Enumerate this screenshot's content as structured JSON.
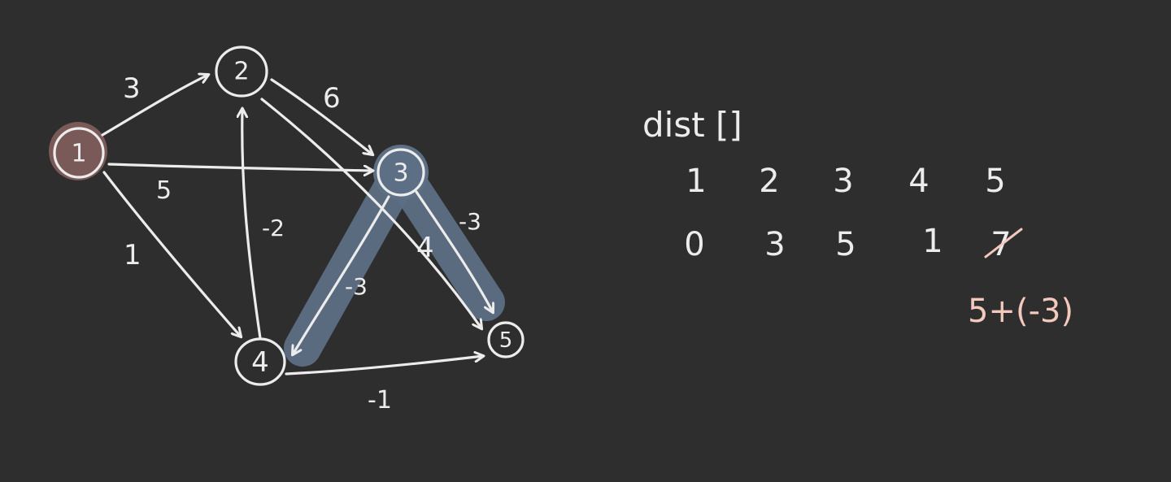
{
  "colors": {
    "background": "#2e2e2e",
    "chalk": "#ececec",
    "highlight_source": "#7a5a58",
    "highlight_path": "#5d6f84",
    "annotation": "#f2c9bc"
  },
  "graph": {
    "nodes": [
      {
        "id": "1",
        "label": "1"
      },
      {
        "id": "2",
        "label": "2"
      },
      {
        "id": "3",
        "label": "3"
      },
      {
        "id": "4",
        "label": "4"
      },
      {
        "id": "5",
        "label": "5"
      }
    ],
    "edges": [
      {
        "from": "1",
        "to": "2",
        "weight": "3"
      },
      {
        "from": "1",
        "to": "3",
        "weight": "5"
      },
      {
        "from": "1",
        "to": "4",
        "weight": "1"
      },
      {
        "from": "2",
        "to": "3",
        "weight": "6"
      },
      {
        "from": "2",
        "to": "5",
        "weight": "4"
      },
      {
        "from": "4",
        "to": "2",
        "weight": "-2"
      },
      {
        "from": "3",
        "to": "4",
        "weight": "-3"
      },
      {
        "from": "3",
        "to": "5",
        "weight": "-3"
      },
      {
        "from": "4",
        "to": "5",
        "weight": "-1"
      }
    ],
    "highlighted_source": "1",
    "highlighted_edges": [
      "3-4",
      "3-5"
    ]
  },
  "dist": {
    "title": "dist []",
    "indices": [
      "1",
      "2",
      "3",
      "4",
      "5"
    ],
    "values": [
      "0",
      "3",
      "5",
      "1",
      "7"
    ],
    "crossed_out_index": 4,
    "annotation": "5+(-3)"
  }
}
